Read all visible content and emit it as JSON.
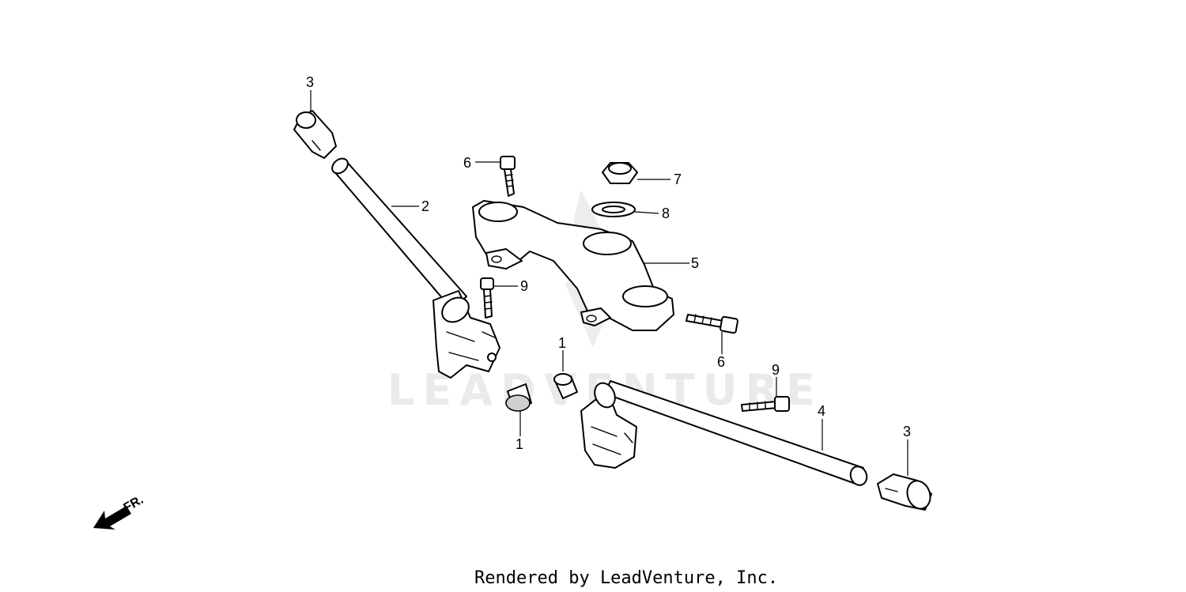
{
  "watermark": {
    "text": "LEADVENTURE"
  },
  "footer": {
    "text": "Rendered by LeadVenture, Inc."
  },
  "direction": {
    "label": "FR."
  },
  "callouts": {
    "c3_top": "3",
    "c2": "2",
    "c6_top": "6",
    "c7": "7",
    "c8": "8",
    "c5": "5",
    "c9_left": "9",
    "c6_right": "6",
    "c1_upper": "1",
    "c1_lower": "1",
    "c9_right": "9",
    "c4": "4",
    "c3_right": "3"
  }
}
